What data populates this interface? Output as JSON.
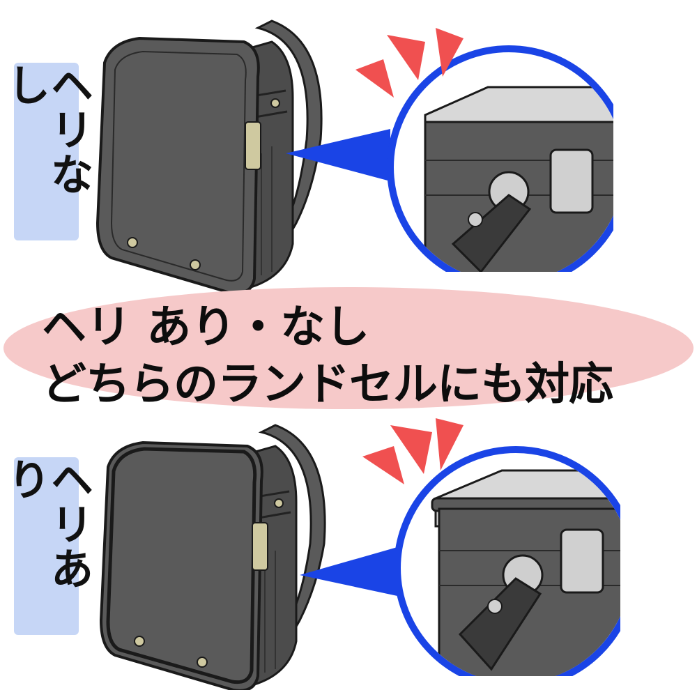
{
  "labels": {
    "top": "ヘリなし",
    "bottom": "ヘリあり"
  },
  "banner": {
    "line1": "ヘリ あり・なし",
    "line2": "どちらのランドセルにも対応"
  },
  "colors": {
    "bag_body": "#5a5a5a",
    "bag_outline": "#1a1a1a",
    "label_bg": "#c6d6f6",
    "banner_bg": "#f6c9c9",
    "zoom_circle": "#1a44e6",
    "accent_marks": "#f05050",
    "metal_fittings": "#cfc9a0"
  },
  "icons": {
    "bag": "randoseru-backpack-illustration",
    "zoom": "zoom-circle-detail",
    "marks": "attention-wedge-marks",
    "buckle": "gold-buckle"
  }
}
